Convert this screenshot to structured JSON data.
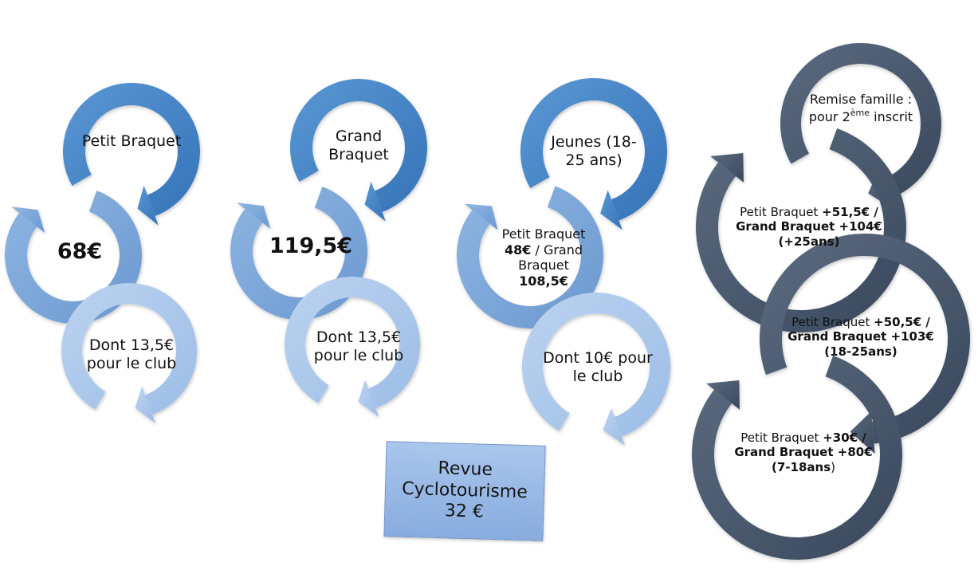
{
  "colors": {
    "blue_dark": "#3c7fc3",
    "blue_mid": "#6e9fd6",
    "blue_light": "#a9c5ea",
    "slate_1": "#3b4a5f",
    "slate_2": "#4a5a70",
    "slate_3": "#59697e",
    "slate_4": "#404f65",
    "revue_bg": "#9ab9e6"
  },
  "cycle1": {
    "top": "Petit Braquet",
    "price": "68€",
    "club": "Dont 13,5€ pour le club"
  },
  "cycle2": {
    "top": "Grand Braquet",
    "price": "119,5€",
    "club": "Dont 13,5€ pour le club"
  },
  "cycle3": {
    "top": "Jeunes (18-25 ans)",
    "mid_label1": "Petit Braquet",
    "mid_price1": "48€",
    "mid_sep": " / Grand Braquet",
    "mid_price2": "108,5€",
    "club": "Dont 10€ pour le club"
  },
  "family": {
    "title_pre": "Remise famille : pour 2",
    "title_sup": "ème",
    "title_post": "inscrit",
    "row1_label": "Petit Braquet ",
    "row1_values": "+51,5€ / Grand Braquet +104€ (+25ans)",
    "row2_label": "Petit Braquet ",
    "row2_values": "+50,5€ / Grand Braquet +103€ (18-25ans)",
    "row3_label": "Petit Braquet ",
    "row3_values": "+30€ / Grand Braquet +80€ (7-18ans",
    "row3_tail": ")"
  },
  "revue": {
    "line1": "Revue",
    "line2": "Cyclotourisme",
    "line3": "32 €"
  }
}
